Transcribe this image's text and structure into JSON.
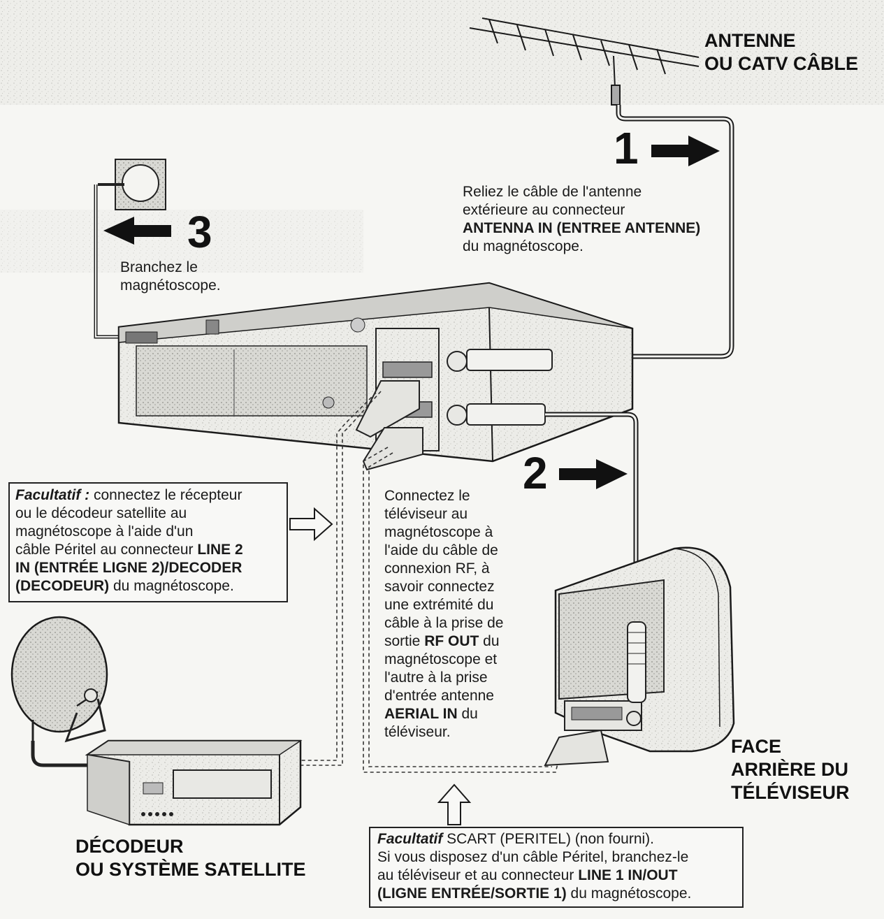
{
  "labels": {
    "antenna_title": [
      "ANTENNE",
      "OU CATV CÂBLE"
    ],
    "tv_rear_title": [
      "FACE",
      "ARRIÈRE DU",
      "TÉLÉVISEUR"
    ],
    "decoder_title": [
      "DÉCODEUR",
      "OU SYSTÈME SATELLITE"
    ]
  },
  "steps": {
    "step1": {
      "number": "1",
      "text": [
        {
          "t": "Reliez le câble de l'antenne",
          "b": false
        },
        {
          "t": "extérieure au connecteur",
          "b": false
        },
        {
          "t": "ANTENNA IN (ENTREE ANTENNE)",
          "b": true
        },
        {
          "t": "du magnétoscope.",
          "b": false
        }
      ]
    },
    "step2": {
      "number": "2",
      "lines": [
        [
          {
            "t": "Connectez le",
            "s": "n"
          }
        ],
        [
          {
            "t": "téléviseur au",
            "s": "n"
          }
        ],
        [
          {
            "t": "magnétoscope à",
            "s": "n"
          }
        ],
        [
          {
            "t": "l'aide du câble de",
            "s": "n"
          }
        ],
        [
          {
            "t": "connexion RF, à",
            "s": "n"
          }
        ],
        [
          {
            "t": "savoir connectez",
            "s": "n"
          }
        ],
        [
          {
            "t": "une extrémité du",
            "s": "n"
          }
        ],
        [
          {
            "t": "câble à la prise de",
            "s": "n"
          }
        ],
        [
          {
            "t": "sortie ",
            "s": "n"
          },
          {
            "t": "RF OUT",
            "s": "b"
          },
          {
            "t": " du",
            "s": "n"
          }
        ],
        [
          {
            "t": "magnétoscope et",
            "s": "n"
          }
        ],
        [
          {
            "t": "l'autre à la prise",
            "s": "n"
          }
        ],
        [
          {
            "t": "d'entrée antenne",
            "s": "n"
          }
        ],
        [
          {
            "t": "AERIAL IN",
            "s": "b"
          },
          {
            "t": " du",
            "s": "n"
          }
        ],
        [
          {
            "t": "téléviseur.",
            "s": "n"
          }
        ]
      ]
    },
    "step3": {
      "number": "3",
      "text": [
        {
          "t": "Branchez le",
          "b": false
        },
        {
          "t": "magnétoscope.",
          "b": false
        }
      ]
    }
  },
  "notes": {
    "decoder_note": {
      "lines": [
        [
          {
            "t": "Facultatif :",
            "s": "i"
          },
          {
            "t": " connectez le récepteur",
            "s": "n"
          }
        ],
        [
          {
            "t": "ou le décodeur satellite au",
            "s": "n"
          }
        ],
        [
          {
            "t": "magnétoscope à l'aide d'un",
            "s": "n"
          }
        ],
        [
          {
            "t": "câble Péritel au connecteur ",
            "s": "n"
          },
          {
            "t": "LINE 2",
            "s": "b"
          }
        ],
        [
          {
            "t": "IN (ENTRÉE LIGNE 2)/DECODER",
            "s": "b"
          }
        ],
        [
          {
            "t": "(DECODEUR)",
            "s": "b"
          },
          {
            "t": " du magnétoscope.",
            "s": "n"
          }
        ]
      ]
    },
    "scart_note": {
      "lines": [
        [
          {
            "t": "Facultatif",
            "s": "i"
          },
          {
            "t": " SCART (PERITEL) (non fourni).",
            "s": "n"
          }
        ],
        [
          {
            "t": "Si vous disposez d'un câble Péritel, branchez-le",
            "s": "n"
          }
        ],
        [
          {
            "t": "au téléviseur et au connecteur ",
            "s": "n"
          },
          {
            "t": "LINE 1 IN/OUT",
            "s": "b"
          }
        ],
        [
          {
            "t": "(LIGNE ENTRÉE/SORTIE 1)",
            "s": "b"
          },
          {
            "t": " du magnétoscope.",
            "s": "n"
          }
        ]
      ]
    }
  }
}
